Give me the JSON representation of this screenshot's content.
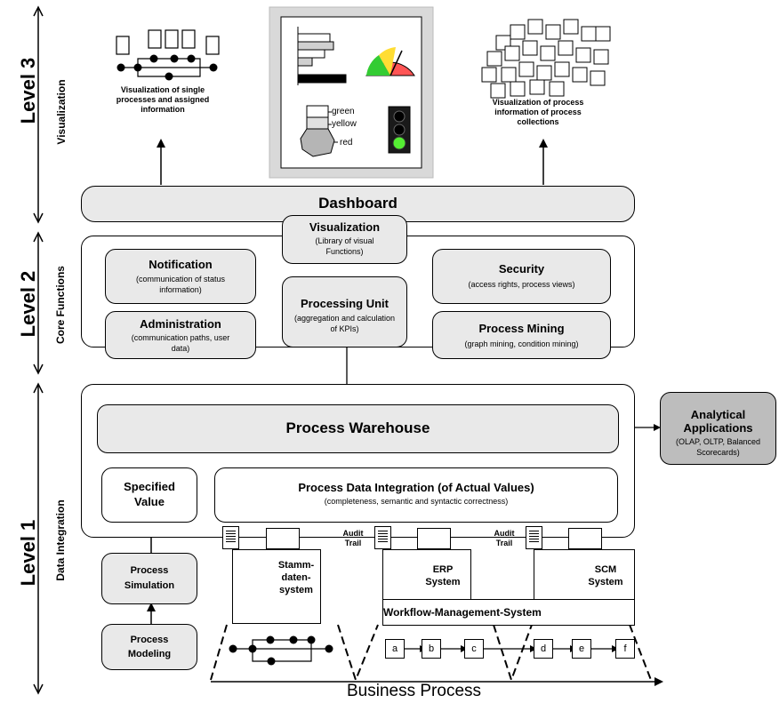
{
  "levels": {
    "level3": "Level 3",
    "level3_sub": "Visualization",
    "level2": "Level 2",
    "level2_sub": "Core Functions",
    "level1": "Level 1",
    "level1_sub": "Data Integration"
  },
  "top": {
    "left_caption": "Visualization of single processes and assigned information",
    "right_caption": "Visualization of process information of process collections",
    "traffic_labels": {
      "green": "green",
      "yellow": "yellow",
      "red": "red"
    }
  },
  "dashboard": {
    "label": "Dashboard"
  },
  "visualization": {
    "title": "Visualization",
    "sub": "(Library of visual Functions)"
  },
  "notification": {
    "title": "Notification",
    "sub": "(communication of status information)"
  },
  "administration": {
    "title": "Administration",
    "sub": "(communication paths, user data)"
  },
  "processing_unit": {
    "title": "Processing Unit",
    "sub": "(aggregation and calculation of KPIs)"
  },
  "security": {
    "title": "Security",
    "sub": "(access rights, process views)"
  },
  "process_mining": {
    "title": "Process Mining",
    "sub": "(graph mining, condition mining)"
  },
  "process_warehouse": {
    "label": "Process Warehouse"
  },
  "analytical": {
    "title": "Analytical Applications",
    "sub": "(OLAP, OLTP, Balanced Scorecards)"
  },
  "specified_value": {
    "label": "Specified Value"
  },
  "pdi": {
    "title": "Process Data Integration (of Actual Values)",
    "sub": "(completeness, semantic and syntactic correctness)"
  },
  "process_simulation": {
    "label": "Process Simulation"
  },
  "process_modeling": {
    "label": "Process Modeling"
  },
  "stammdaten": {
    "label": "Stamm-daten-system"
  },
  "audit_trail_1": "Audit Trail",
  "audit_trail_2": "Audit Trail",
  "erp": {
    "label": "ERP System"
  },
  "scm": {
    "label": "SCM System"
  },
  "wfms": {
    "label": "Workflow-Management-System"
  },
  "activities": [
    "a",
    "b",
    "c",
    "d",
    "e",
    "f"
  ],
  "business_process": "Business Process"
}
